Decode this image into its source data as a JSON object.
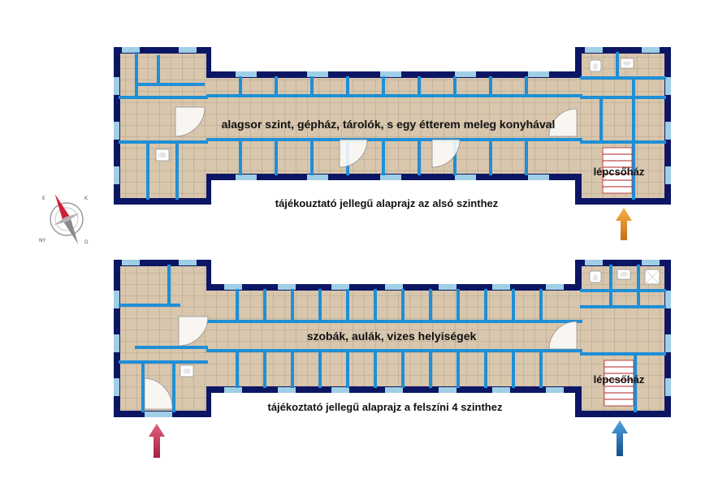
{
  "colors": {
    "wall": "#0c1665",
    "partition": "#1f8fd6",
    "tile": "#d8c6ad",
    "tile_grid": "#a99a86",
    "window": "#9fcfe6",
    "stair_red": "#b22222",
    "arrow_orange": "#e58e1e",
    "arrow_pink": "#c2325a",
    "arrow_blue": "#1f6fb8",
    "compass_red": "#cc2233",
    "compass_grey": "#8a8a8a"
  },
  "lower_plan": {
    "main_label": "alagsor szint, gépház, tárolók, s egy étterem meleg konyhával",
    "stair_label": "lépcsőház",
    "caption": "tájékouztató jellegű alaprajz az alsó szinthez",
    "entrance_arrow_icon": "orange-up-arrow-icon"
  },
  "upper_plan": {
    "main_label": "szobák, aulák, vizes helyiségek",
    "stair_label": "lépcsőház",
    "caption": "tájékoztató jellegű alaprajz a felszíni 4 szinthez",
    "entrance_arrow_icons": [
      "pink-up-arrow-icon",
      "blue-up-arrow-icon"
    ]
  },
  "compass": {
    "icon": "compass-rose-icon",
    "letters": {
      "east": "E",
      "northeast": "K",
      "northwest": "NY",
      "south": "D"
    }
  }
}
